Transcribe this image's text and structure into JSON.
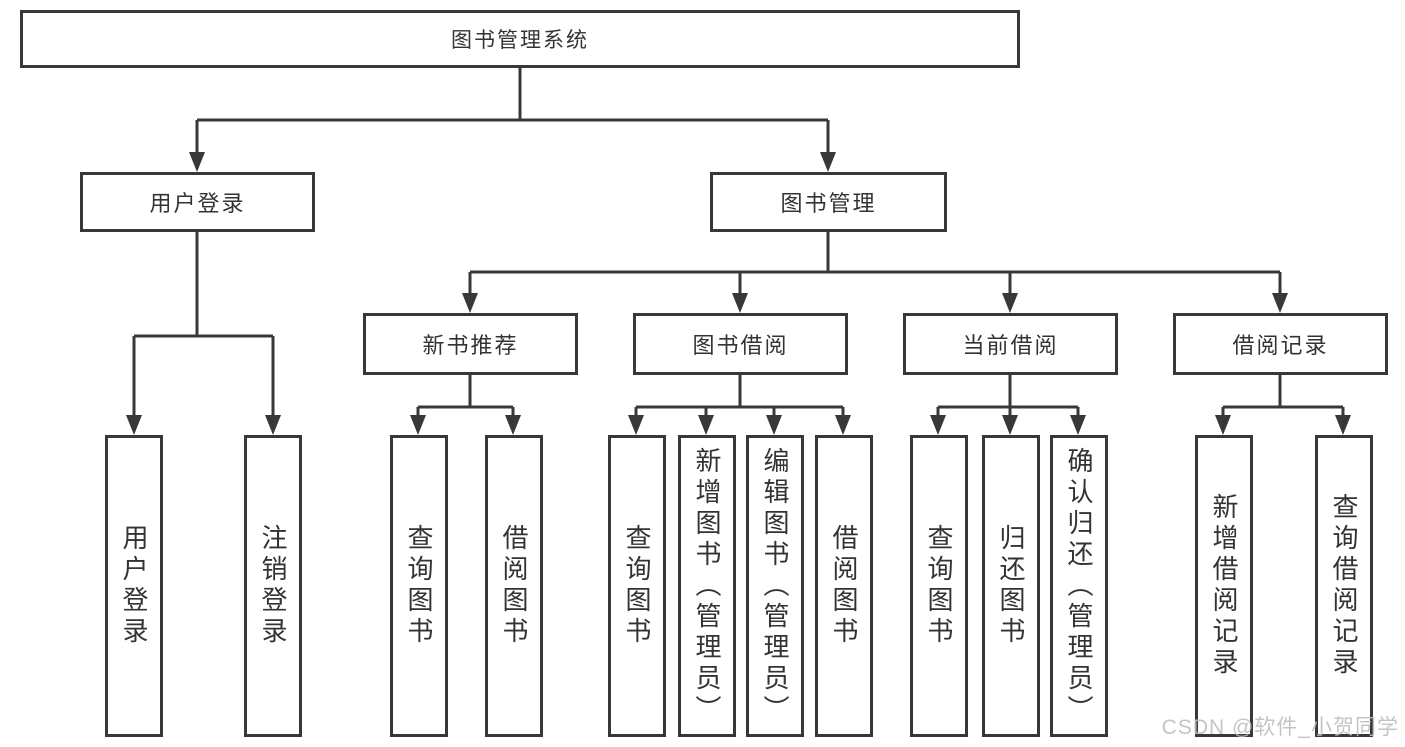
{
  "colors": {
    "line": "#383838",
    "text": "#333333",
    "background": "#ffffff",
    "watermark": "#bcbcbc"
  },
  "watermark": {
    "text": "CSDN @软件_小贺同学"
  },
  "diagram": {
    "type": "hierarchy-tree",
    "root": {
      "label": "图书管理系统"
    },
    "branches": [
      {
        "label": "用户登录",
        "children": [
          {
            "label": "用户登录"
          },
          {
            "label": "注销登录"
          }
        ]
      },
      {
        "label": "图书管理",
        "children": [
          {
            "label": "新书推荐",
            "children": [
              {
                "label": "查询图书"
              },
              {
                "label": "借阅图书"
              }
            ]
          },
          {
            "label": "图书借阅",
            "children": [
              {
                "label": "查询图书"
              },
              {
                "label": "新增图书（管理员）"
              },
              {
                "label": "编辑图书（管理员）"
              },
              {
                "label": "借阅图书"
              }
            ]
          },
          {
            "label": "当前借阅",
            "children": [
              {
                "label": "查询图书"
              },
              {
                "label": "归还图书"
              },
              {
                "label": "确认归还（管理员）"
              }
            ]
          },
          {
            "label": "借阅记录",
            "children": [
              {
                "label": "新增借阅记录"
              },
              {
                "label": "查询借阅记录"
              }
            ]
          }
        ]
      }
    ]
  }
}
